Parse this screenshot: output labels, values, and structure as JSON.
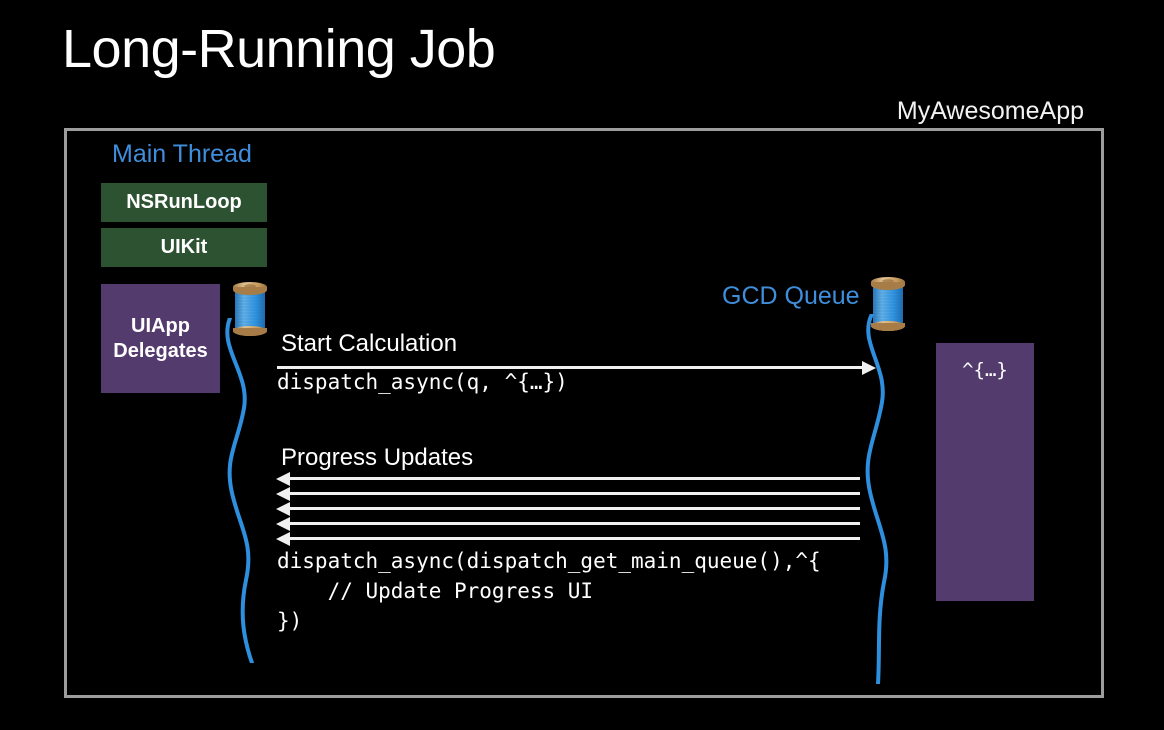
{
  "slide": {
    "title": "Long-Running Job"
  },
  "app_box": {
    "label": "MyAwesomeApp",
    "border_color": "#9d9d9d"
  },
  "lanes": [
    {
      "name": "main-thread",
      "label": "Main Thread",
      "color": "#3f8edc"
    },
    {
      "name": "gcd-queue",
      "label": "GCD Queue",
      "color": "#3f8edc"
    }
  ],
  "stack_boxes": [
    {
      "name": "nsrunloop",
      "label": "NSRunLoop",
      "color": "#2d5232"
    },
    {
      "name": "uikit",
      "label": "UIKit",
      "color": "#2d5232"
    },
    {
      "name": "uiapp-delegates",
      "line1": "UIApp",
      "line2": "Delegates",
      "color": "#543b6d"
    },
    {
      "name": "gcd-block",
      "label": "^{…}",
      "color": "#543b6d"
    }
  ],
  "messages": [
    {
      "name": "start-calculation",
      "label": "Start Calculation",
      "direction": "right",
      "code": "dispatch_async(q, ^{…})"
    },
    {
      "name": "progress-updates",
      "label": "Progress Updates",
      "direction": "left",
      "arrow_count": 5,
      "code_lines": [
        "dispatch_async(dispatch_get_main_queue(),^{",
        "    // Update Progress UI",
        "})"
      ]
    }
  ],
  "code": {
    "start_calculation": "dispatch_async(q, ^{…})",
    "progress_updates": "dispatch_async(dispatch_get_main_queue(),^{\n    // Update Progress UI\n})"
  },
  "spools": [
    {
      "name": "main-thread-spool",
      "thread_color": "#2f93e0",
      "flange_color": "#c79a5e"
    },
    {
      "name": "gcd-queue-spool",
      "thread_color": "#2f93e0",
      "flange_color": "#c79a5e"
    }
  ],
  "colors": {
    "background": "#000000",
    "accent_blue": "#3f8edc",
    "green_box": "#2d5232",
    "purple_box": "#543b6d",
    "arrow": "#f0f0f0",
    "border": "#9d9d9d"
  }
}
